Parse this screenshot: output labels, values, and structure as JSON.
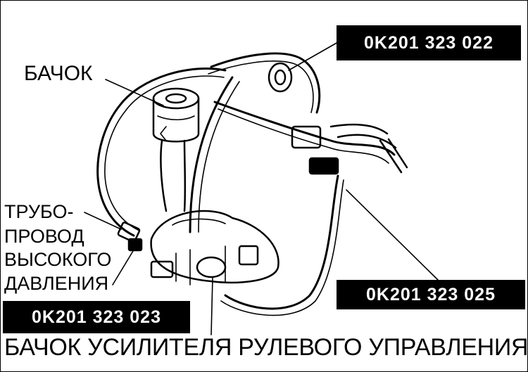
{
  "labels": {
    "reservoir": "БАЧОК",
    "pipe": [
      "ТРУБО-",
      "ПРОВОД",
      "ВЫСОКОГО",
      "ДАВЛЕНИЯ"
    ]
  },
  "part_numbers": {
    "top_right": "0K201 323 022",
    "bottom_right": "0K201 323 025",
    "bottom_left": "0K201 323 023"
  },
  "caption": "БАЧОК УСИЛИТЕЛЯ РУЛЕВОГО УПРАВЛЕНИЯ",
  "colors": {
    "ink": "#000000",
    "paper": "#ffffff"
  }
}
